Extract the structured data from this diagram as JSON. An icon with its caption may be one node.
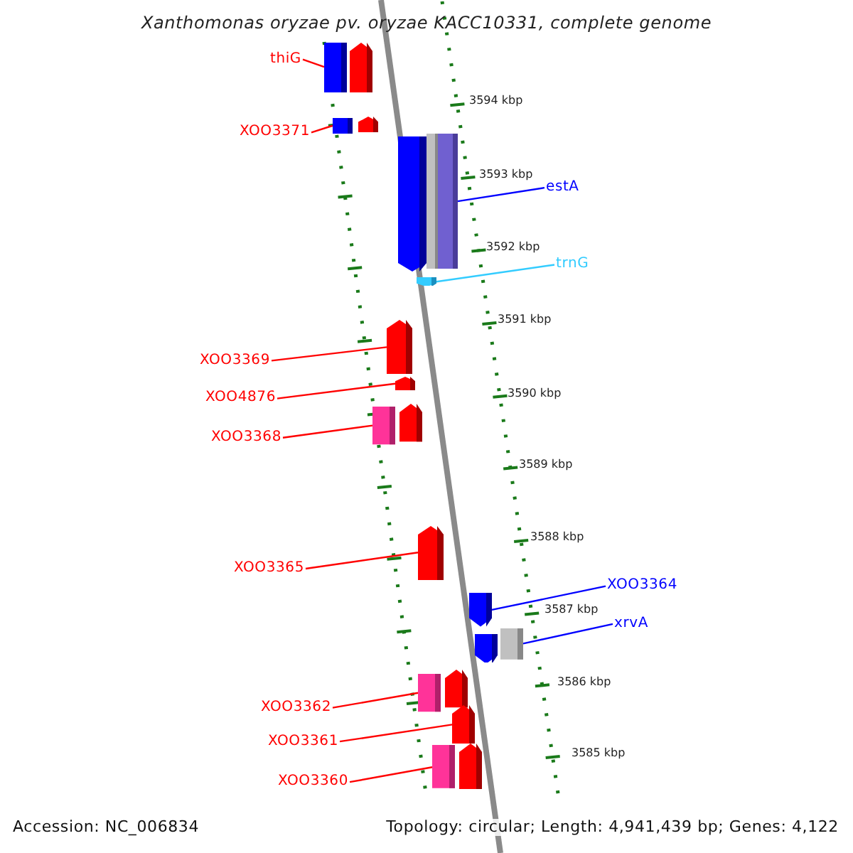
{
  "diagram": {
    "title": "Xanthomonas oryzae pv. oryzae KACC10331, complete genome",
    "nodes": [
      {
        "text": [
          "thiG"
        ]
      },
      {
        "text": [],
        "shape": "bar"
      },
      {
        "text": [],
        "shape": "bar"
      },
      {
        "text": [
          "XOO3371"
        ]
      },
      {
        "text": [],
        "shape": "bar"
      },
      {
        "text": [],
        "shape": "bar"
      },
      {
        "text": [],
        "shape": "bar"
      },
      {
        "text": [],
        "shape": "bar"
      },
      {
        "text": [],
        "shape": "bar"
      },
      {
        "text": [
          "estA"
        ]
      },
      {
        "text": [
          "trnG"
        ]
      },
      {
        "text": [],
        "shape": "bar"
      },
      {
        "text": [
          "XOO3369"
        ]
      },
      {
        "text": [],
        "shape": "bar"
      },
      {
        "text": [
          "XOO4876"
        ]
      },
      {
        "text": [],
        "shape": "bar"
      },
      {
        "text": [
          "XOO3368"
        ]
      },
      {
        "text": [],
        "shape": "bar"
      },
      {
        "text": [],
        "shape": "bar"
      },
      {
        "text": [
          "XOO3365"
        ]
      },
      {
        "text": [],
        "shape": "bar"
      },
      {
        "text": [
          "XOO3364"
        ]
      },
      {
        "text": [],
        "shape": "bar"
      },
      {
        "text": [
          "xrvA"
        ]
      },
      {
        "text": [],
        "shape": "bar"
      },
      {
        "text": [],
        "shape": "bar"
      },
      {
        "text": [],
        "shape": "bar"
      },
      {
        "text": [],
        "shape": "bar"
      },
      {
        "text": [
          "XOO3362"
        ]
      },
      {
        "text": [],
        "shape": "bar"
      },
      {
        "text": [
          "XOO3361"
        ]
      },
      {
        "text": [],
        "shape": "bar"
      },
      {
        "text": [],
        "shape": "bar"
      },
      {
        "text": [
          "XOO3360"
        ]
      }
    ],
    "edges": [
      {
        "from": 0,
        "to": 1,
        "arrow": "none"
      },
      {
        "from": 3,
        "to": 4,
        "arrow": "none"
      },
      {
        "from": 9,
        "to": 8,
        "arrow": "none",
        "color": "#0000ff"
      },
      {
        "from": 10,
        "to": 11,
        "arrow": "none",
        "color": "#33ccff"
      },
      {
        "from": 12,
        "to": 13,
        "arrow": "none"
      },
      {
        "from": 14,
        "to": 15,
        "arrow": "none"
      },
      {
        "from": 16,
        "to": 17,
        "arrow": "none"
      },
      {
        "from": 19,
        "to": 20,
        "arrow": "none"
      },
      {
        "from": 21,
        "to": 22,
        "arrow": "none",
        "color": "#0000ff"
      },
      {
        "from": 23,
        "to": 25,
        "arrow": "none",
        "color": "#0000ff"
      },
      {
        "from": 28,
        "to": 26,
        "arrow": "none"
      },
      {
        "from": 30,
        "to": 29,
        "arrow": "none"
      },
      {
        "from": 33,
        "to": 31,
        "arrow": "none"
      }
    ],
    "labels": [
      "3594 kbp",
      "3593 kbp",
      "3592 kbp",
      "3591 kbp",
      "3590 kbp",
      "3589 kbp",
      "3588 kbp",
      "3587 kbp",
      "3586 kbp",
      "3585 kbp",
      "Accession: NC_006834",
      "Topology: circular; Length: 4,941,439 bp; Genes: 4,122"
    ]
  }
}
